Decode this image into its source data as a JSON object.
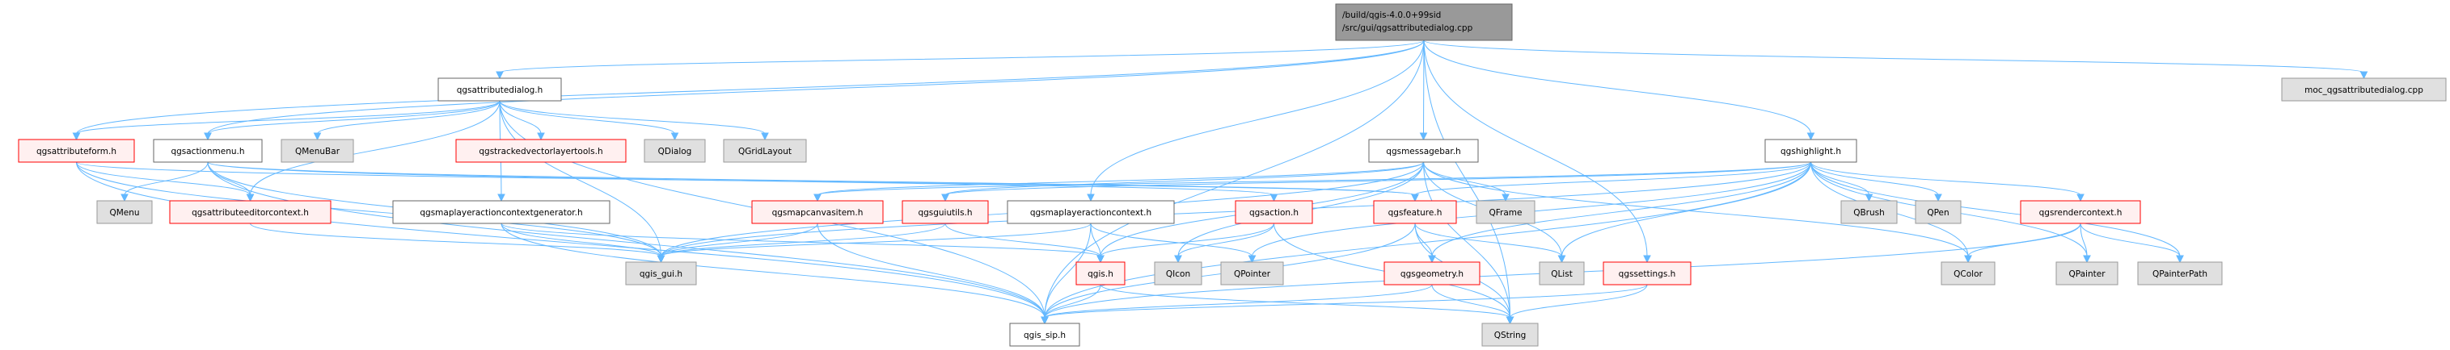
{
  "diagram": {
    "title": "Include dependency graph for qgsattributedialog.cpp",
    "node_styles": {
      "root": {
        "fill": "#999999",
        "stroke": "#666666"
      },
      "documented": {
        "fill": "#ffffff",
        "stroke": "#666666"
      },
      "undocumented": {
        "fill": "#fff0f0",
        "stroke": "#ff0000"
      },
      "external": {
        "fill": "#e0e0e0",
        "stroke": "#999999"
      }
    },
    "edge_color": "#63b8ff",
    "nodes": [
      {
        "id": "root",
        "label": [
          "/build/qgis-4.0.0+99sid",
          "/src/gui/qgsattributedialog.cpp"
        ],
        "style": "root"
      },
      {
        "id": "attributedialog_h",
        "label": [
          "qgsattributedialog.h"
        ],
        "style": "documented"
      },
      {
        "id": "moc",
        "label": [
          "moc_qgsattributedialog.cpp"
        ],
        "style": "external"
      },
      {
        "id": "attributeform_h",
        "label": [
          "qgsattributeform.h"
        ],
        "style": "undocumented"
      },
      {
        "id": "actionmenu_h",
        "label": [
          "qgsactionmenu.h"
        ],
        "style": "documented"
      },
      {
        "id": "QMenuBar",
        "label": [
          "QMenuBar"
        ],
        "style": "external"
      },
      {
        "id": "trackedvectorlayertools_h",
        "label": [
          "qgstrackedvectorlayertools.h"
        ],
        "style": "undocumented"
      },
      {
        "id": "QDialog",
        "label": [
          "QDialog"
        ],
        "style": "external"
      },
      {
        "id": "QGridLayout",
        "label": [
          "QGridLayout"
        ],
        "style": "external"
      },
      {
        "id": "messagebar_h",
        "label": [
          "qgsmessagebar.h"
        ],
        "style": "documented"
      },
      {
        "id": "highlight_h",
        "label": [
          "qgshighlight.h"
        ],
        "style": "documented"
      },
      {
        "id": "QMenu",
        "label": [
          "QMenu"
        ],
        "style": "external"
      },
      {
        "id": "attributeeditorcontext_h",
        "label": [
          "qgsattributeeditorcontext.h"
        ],
        "style": "undocumented"
      },
      {
        "id": "maplayeractioncontextgenerator_h",
        "label": [
          "qgsmaplayeractioncontextgenerator.h"
        ],
        "style": "documented"
      },
      {
        "id": "mapcanvasitem_h",
        "label": [
          "qgsmapcanvasitem.h"
        ],
        "style": "undocumented"
      },
      {
        "id": "guiutils_h",
        "label": [
          "qgsguiutils.h"
        ],
        "style": "undocumented"
      },
      {
        "id": "maplayeractioncontext_h",
        "label": [
          "qgsmaplayeractioncontext.h"
        ],
        "style": "documented"
      },
      {
        "id": "action_h",
        "label": [
          "qgsaction.h"
        ],
        "style": "undocumented"
      },
      {
        "id": "feature_h",
        "label": [
          "qgsfeature.h"
        ],
        "style": "undocumented"
      },
      {
        "id": "QFrame",
        "label": [
          "QFrame"
        ],
        "style": "external"
      },
      {
        "id": "QBrush",
        "label": [
          "QBrush"
        ],
        "style": "external"
      },
      {
        "id": "QPen",
        "label": [
          "QPen"
        ],
        "style": "external"
      },
      {
        "id": "rendercontext_h",
        "label": [
          "qgsrendercontext.h"
        ],
        "style": "undocumented"
      },
      {
        "id": "qgis_gui_h",
        "label": [
          "qgis_gui.h"
        ],
        "style": "external"
      },
      {
        "id": "qgis_h",
        "label": [
          "qgis.h"
        ],
        "style": "undocumented"
      },
      {
        "id": "QIcon",
        "label": [
          "QIcon"
        ],
        "style": "external"
      },
      {
        "id": "QPointer",
        "label": [
          "QPointer"
        ],
        "style": "external"
      },
      {
        "id": "geometry_h",
        "label": [
          "qgsgeometry.h"
        ],
        "style": "undocumented"
      },
      {
        "id": "QList",
        "label": [
          "QList"
        ],
        "style": "external"
      },
      {
        "id": "settings_h",
        "label": [
          "qgssettings.h"
        ],
        "style": "undocumented"
      },
      {
        "id": "QColor",
        "label": [
          "QColor"
        ],
        "style": "external"
      },
      {
        "id": "QPainter",
        "label": [
          "QPainter"
        ],
        "style": "external"
      },
      {
        "id": "QPainterPath",
        "label": [
          "QPainterPath"
        ],
        "style": "external"
      },
      {
        "id": "qgis_sip_h",
        "label": [
          "qgis_sip.h"
        ],
        "style": "documented"
      },
      {
        "id": "QString",
        "label": [
          "QString"
        ],
        "style": "external"
      }
    ],
    "edges": [
      [
        "root",
        "attributedialog_h"
      ],
      [
        "root",
        "moc"
      ],
      [
        "root",
        "attributeform_h"
      ],
      [
        "root",
        "actionmenu_h"
      ],
      [
        "root",
        "messagebar_h"
      ],
      [
        "root",
        "highlight_h"
      ],
      [
        "root",
        "maplayeractioncontext_h"
      ],
      [
        "root",
        "settings_h"
      ],
      [
        "root",
        "qgis_sip_h"
      ],
      [
        "root",
        "QString"
      ],
      [
        "attributedialog_h",
        "attributeform_h"
      ],
      [
        "attributedialog_h",
        "actionmenu_h"
      ],
      [
        "attributedialog_h",
        "QMenuBar"
      ],
      [
        "attributedialog_h",
        "trackedvectorlayertools_h"
      ],
      [
        "attributedialog_h",
        "QDialog"
      ],
      [
        "attributedialog_h",
        "QGridLayout"
      ],
      [
        "attributedialog_h",
        "attributeeditorcontext_h"
      ],
      [
        "attributedialog_h",
        "maplayeractioncontextgenerator_h"
      ],
      [
        "attributedialog_h",
        "qgis_gui_h"
      ],
      [
        "attributedialog_h",
        "qgis_sip_h"
      ],
      [
        "attributeform_h",
        "attributeeditorcontext_h"
      ],
      [
        "attributeform_h",
        "feature_h"
      ],
      [
        "attributeform_h",
        "qgis_gui_h"
      ],
      [
        "attributeform_h",
        "qgis_sip_h"
      ],
      [
        "actionmenu_h",
        "QMenu"
      ],
      [
        "actionmenu_h",
        "attributeeditorcontext_h"
      ],
      [
        "actionmenu_h",
        "action_h"
      ],
      [
        "actionmenu_h",
        "feature_h"
      ],
      [
        "actionmenu_h",
        "qgis_gui_h"
      ],
      [
        "actionmenu_h",
        "qgis_sip_h"
      ],
      [
        "attributeeditorcontext_h",
        "qgis_gui_h"
      ],
      [
        "maplayeractioncontextgenerator_h",
        "qgis_gui_h"
      ],
      [
        "maplayeractioncontextgenerator_h",
        "qgis_h"
      ],
      [
        "maplayeractioncontextgenerator_h",
        "qgis_sip_h"
      ],
      [
        "messagebar_h",
        "qgis_gui_h"
      ],
      [
        "messagebar_h",
        "mapcanvasitem_h"
      ],
      [
        "messagebar_h",
        "guiutils_h"
      ],
      [
        "messagebar_h",
        "QFrame"
      ],
      [
        "messagebar_h",
        "qgis_h"
      ],
      [
        "messagebar_h",
        "QIcon"
      ],
      [
        "messagebar_h",
        "QList"
      ],
      [
        "messagebar_h",
        "QString"
      ],
      [
        "messagebar_h",
        "QColor"
      ],
      [
        "highlight_h",
        "mapcanvasitem_h"
      ],
      [
        "highlight_h",
        "guiutils_h"
      ],
      [
        "highlight_h",
        "feature_h"
      ],
      [
        "highlight_h",
        "QBrush"
      ],
      [
        "highlight_h",
        "QPen"
      ],
      [
        "highlight_h",
        "rendercontext_h"
      ],
      [
        "highlight_h",
        "QColor"
      ],
      [
        "highlight_h",
        "QPainter"
      ],
      [
        "highlight_h",
        "QPainterPath"
      ],
      [
        "highlight_h",
        "geometry_h"
      ],
      [
        "highlight_h",
        "QList"
      ],
      [
        "highlight_h",
        "QPointer"
      ],
      [
        "highlight_h",
        "qgis_gui_h"
      ],
      [
        "highlight_h",
        "qgis_sip_h"
      ],
      [
        "mapcanvasitem_h",
        "qgis_gui_h"
      ],
      [
        "mapcanvasitem_h",
        "qgis_sip_h"
      ],
      [
        "guiutils_h",
        "qgis_gui_h"
      ],
      [
        "guiutils_h",
        "qgis_h"
      ],
      [
        "maplayeractioncontext_h",
        "qgis_gui_h"
      ],
      [
        "maplayeractioncontext_h",
        "qgis_h"
      ],
      [
        "maplayeractioncontext_h",
        "QPointer"
      ],
      [
        "maplayeractioncontext_h",
        "qgis_sip_h"
      ],
      [
        "action_h",
        "qgis_h"
      ],
      [
        "action_h",
        "QIcon"
      ],
      [
        "action_h",
        "QString"
      ],
      [
        "feature_h",
        "geometry_h"
      ],
      [
        "feature_h",
        "QList"
      ],
      [
        "feature_h",
        "QString"
      ],
      [
        "feature_h",
        "qgis_sip_h"
      ],
      [
        "rendercontext_h",
        "QColor"
      ],
      [
        "rendercontext_h",
        "QPainter"
      ],
      [
        "rendercontext_h",
        "QPainterPath"
      ],
      [
        "rendercontext_h",
        "qgis_sip_h"
      ],
      [
        "qgis_h",
        "qgis_sip_h"
      ],
      [
        "qgis_h",
        "QString"
      ],
      [
        "geometry_h",
        "qgis_sip_h"
      ],
      [
        "geometry_h",
        "QString"
      ],
      [
        "settings_h",
        "qgis_sip_h"
      ],
      [
        "settings_h",
        "QString"
      ]
    ]
  }
}
